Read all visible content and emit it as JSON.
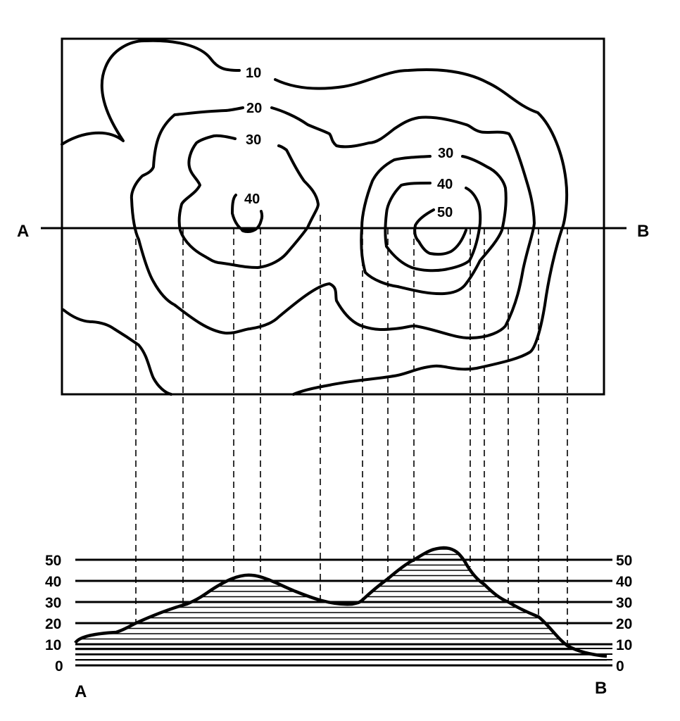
{
  "title_points": {
    "start": "A",
    "end": "B"
  },
  "map": {
    "contour_labels": [
      {
        "id": "c10",
        "text": "10"
      },
      {
        "id": "c20",
        "text": "20"
      },
      {
        "id": "c30a",
        "text": "30"
      },
      {
        "id": "c40a",
        "text": "40"
      },
      {
        "id": "c30b",
        "text": "30"
      },
      {
        "id": "c40b",
        "text": "40"
      },
      {
        "id": "c50",
        "text": "50"
      }
    ],
    "section_label_left": "A",
    "section_label_right": "B"
  },
  "profile": {
    "levels": [
      "50",
      "40",
      "30",
      "20",
      "10",
      "0"
    ],
    "level_values": [
      50,
      40,
      30,
      20,
      10,
      0
    ],
    "label_left": "A",
    "label_right": "B"
  }
}
